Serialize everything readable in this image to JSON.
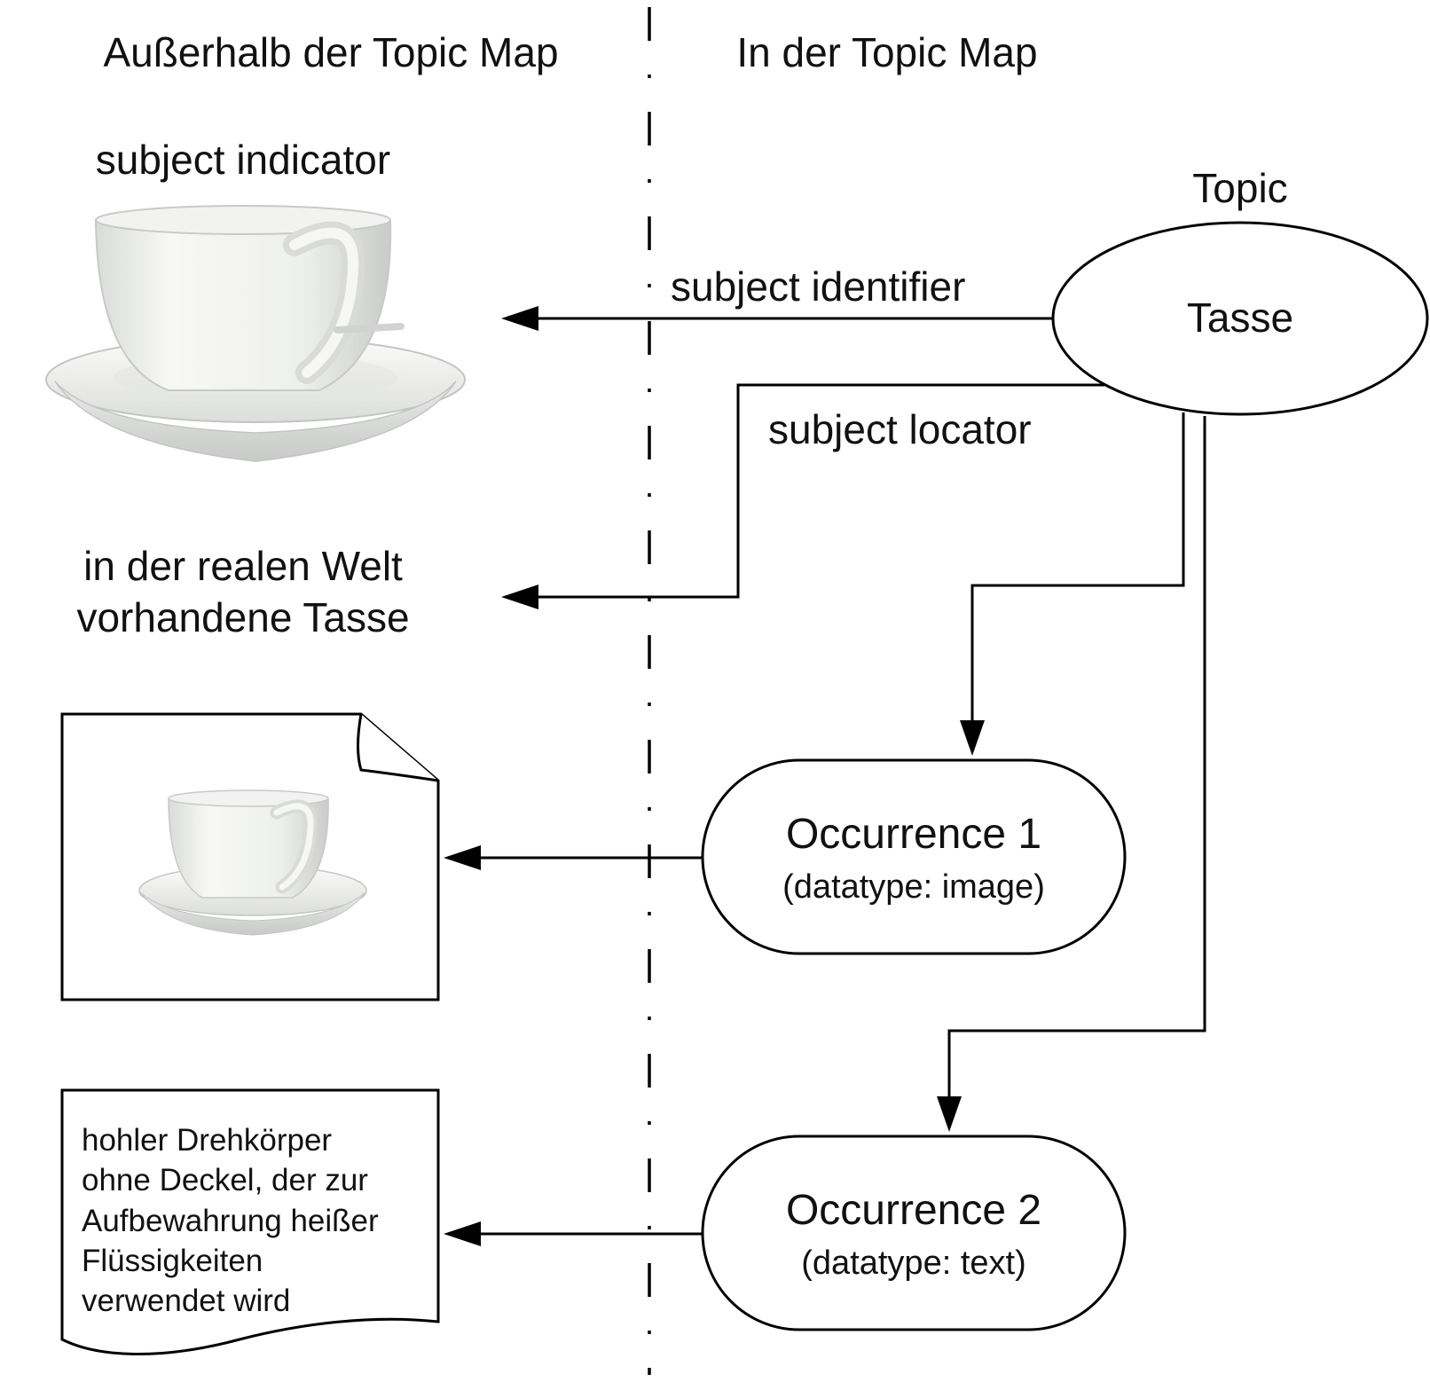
{
  "headers": {
    "outside": "Außerhalb der Topic Map",
    "inside": "In der Topic Map"
  },
  "outside": {
    "subject_indicator_label": "subject indicator",
    "real_cup_line1": "in der realen Welt",
    "real_cup_line2": "vorhandene Tasse",
    "text_document_lines": [
      "hohler Drehkörper",
      "ohne Deckel, der zur",
      "Aufbewahrung heißer",
      "Flüssigkeiten",
      "verwendet wird"
    ]
  },
  "topic": {
    "caption": "Topic",
    "name": "Tasse"
  },
  "edges": {
    "subject_identifier": "subject identifier",
    "subject_locator": "subject locator"
  },
  "occurrences": [
    {
      "title": "Occurrence 1",
      "datatype": "(datatype: image)"
    },
    {
      "title": "Occurrence 2",
      "datatype": "(datatype: text)"
    }
  ],
  "illustrations": {
    "subject_indicator_picture": "white-teacup-on-saucer",
    "image_document_picture": "white-teacup-on-saucer-small"
  }
}
